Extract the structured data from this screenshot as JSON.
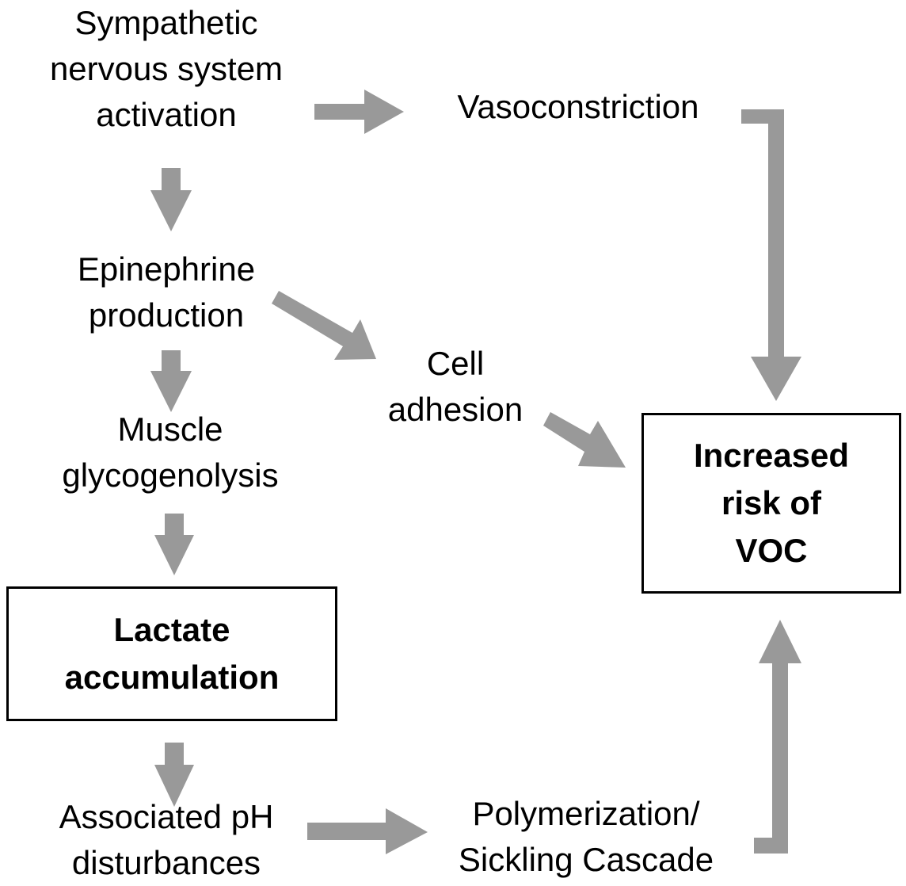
{
  "arrow_color": "#999999",
  "nodes": {
    "sns": "Sympathetic\nnervous system\nactivation",
    "vaso": "Vasoconstriction",
    "epi": "Epinephrine\nproduction",
    "cell": "Cell\nadhesion",
    "muscle": "Muscle\nglycogenolysis",
    "lactate": "Lactate\naccumulation",
    "voc": "Increased\nrisk of\nVOC",
    "ph": "Associated pH\ndisturbances",
    "poly": "Polymerization/\nSickling Cascade"
  },
  "edges": [
    {
      "from": "sns",
      "to": "vaso"
    },
    {
      "from": "sns",
      "to": "epi"
    },
    {
      "from": "epi",
      "to": "cell"
    },
    {
      "from": "epi",
      "to": "muscle"
    },
    {
      "from": "vaso",
      "to": "voc"
    },
    {
      "from": "cell",
      "to": "voc"
    },
    {
      "from": "muscle",
      "to": "lactate"
    },
    {
      "from": "lactate",
      "to": "ph"
    },
    {
      "from": "ph",
      "to": "poly"
    },
    {
      "from": "poly",
      "to": "voc"
    }
  ]
}
